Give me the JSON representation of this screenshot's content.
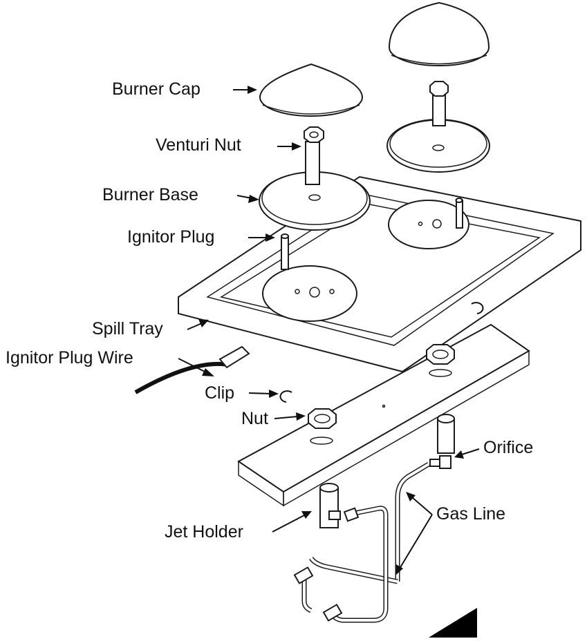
{
  "labels": {
    "burner_cap": "Burner Cap",
    "venturi_nut": "Venturi Nut",
    "burner_base": "Burner Base",
    "ignitor_plug": "Ignitor Plug",
    "spill_tray": "Spill Tray",
    "ignitor_plug_wire": "Ignitor Plug Wire",
    "clip": "Clip",
    "nut": "Nut",
    "orifice": "Orifice",
    "gas_line": "Gas Line",
    "jet_holder": "Jet Holder"
  },
  "colors": {
    "ink": "#111111",
    "background": "#ffffff"
  }
}
